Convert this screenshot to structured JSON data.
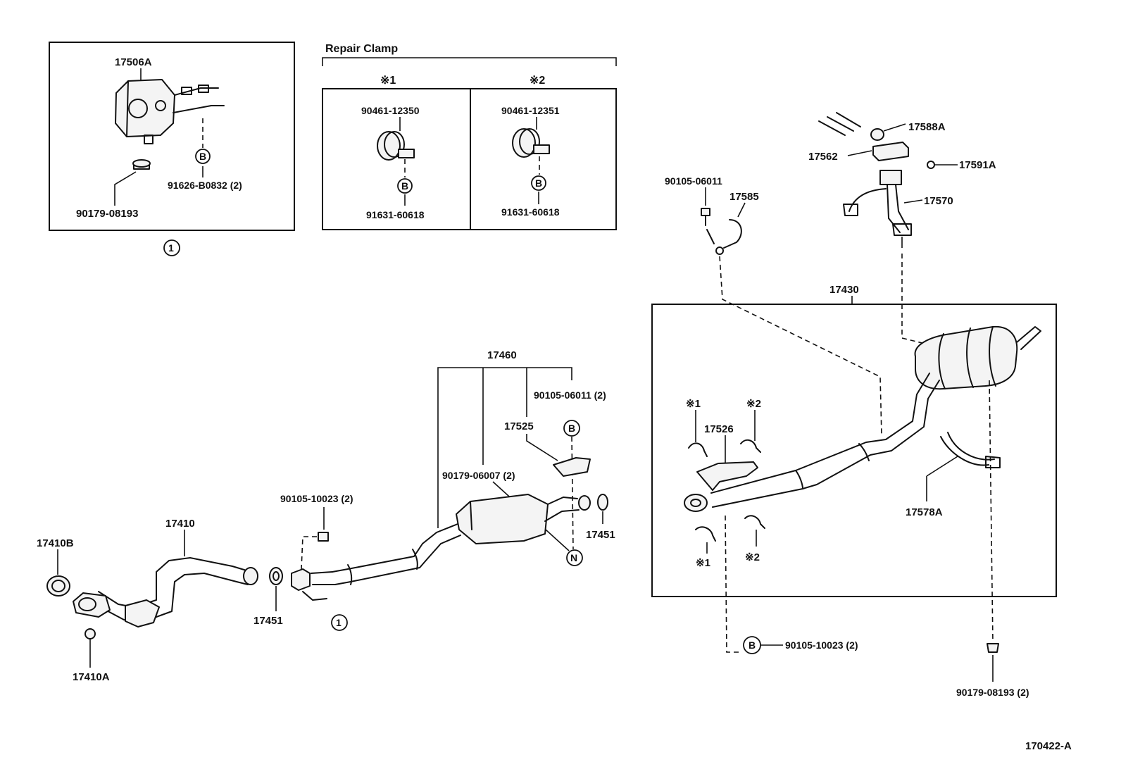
{
  "repair_clamp": {
    "title": "Repair Clamp",
    "col1": "※1",
    "col2": "※2"
  },
  "labels": {
    "p17506A": "17506A",
    "p90179_08193": "90179-08193",
    "p91626": "91626-B0832 (2)",
    "p90461_12350": "90461-12350",
    "p90461_12351": "90461-12351",
    "p91631_a": "91631-60618",
    "p91631_b": "91631-60618",
    "p17588A": "17588A",
    "p17562": "17562",
    "p17591A": "17591A",
    "p90105_06011": "90105-06011",
    "p17585": "17585",
    "p17570": "17570",
    "p17430": "17430",
    "p17460": "17460",
    "p90105_06011_2": "90105-06011 (2)",
    "p17525": "17525",
    "p90179_06007": "90179-06007 (2)",
    "p90105_10023": "90105-10023 (2)",
    "p17410": "17410",
    "p17410B": "17410B",
    "p17410A": "17410A",
    "p17451_a": "17451",
    "p17451_b": "17451",
    "p17526": "17526",
    "p17578A": "17578A",
    "p90105_10023_b": "90105-10023 (2)",
    "p90179_08193_2": "90179-08193 (2)",
    "star1_a": "※1",
    "star2_a": "※2",
    "star1_b": "※1",
    "star2_b": "※2",
    "diagram_code": "170422-A"
  },
  "callouts": {
    "B": "B",
    "N": "N",
    "one": "1"
  }
}
